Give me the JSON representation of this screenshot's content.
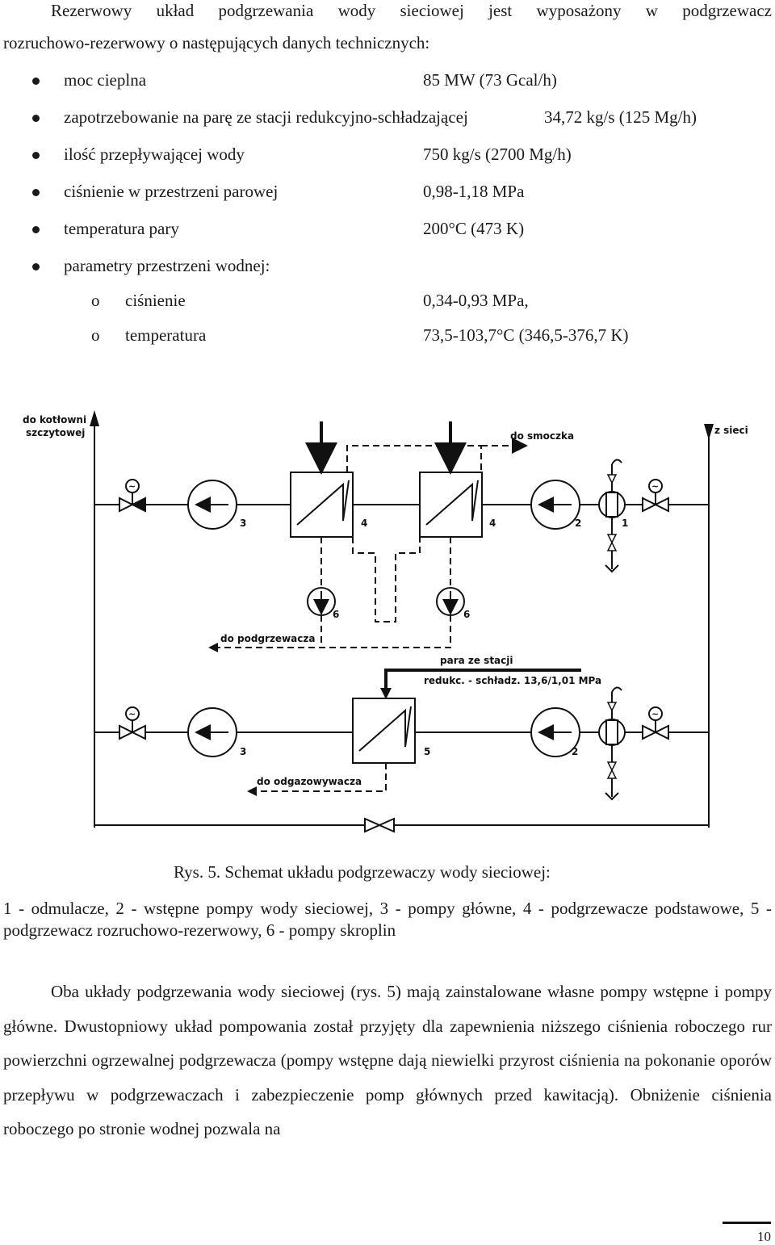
{
  "intro": {
    "line1": "Rezerwowy układ podgrzewania wody sieciowej jest wyposażony w podgrzewacz",
    "line2": "rozruchowo-rezerwowy o następujących danych technicznych:"
  },
  "specs": [
    {
      "label": "moc cieplna",
      "value": "85 MW (73 Gcal/h)"
    },
    {
      "label": "zapotrzebowanie na parę ze stacji redukcyjno-schładzającej",
      "value": "34,72 kg/s  (125 Mg/h)"
    },
    {
      "label": "ilość przepływającej wody",
      "value": "750 kg/s  (2700 Mg/h)"
    },
    {
      "label": "ciśnienie w przestrzeni parowej",
      "value": "0,98-1,18 MPa"
    },
    {
      "label": "temperatura pary",
      "value": "200°C  (473 K)"
    },
    {
      "label": "parametry przestrzeni wodnej:",
      "value": ""
    }
  ],
  "subspecs": [
    {
      "marker": "o",
      "label": "ciśnienie",
      "value": "0,34-0,93 MPa,"
    },
    {
      "marker": "o",
      "label": "temperatura",
      "value": "73,5-103,7°C  (346,5-376,7 K)"
    }
  ],
  "diagram": {
    "label_kotlowni_1": "do kotłowni",
    "label_kotlowni_2": "szczytowej",
    "label_sieci": "z sieci",
    "label_smoczka": "do smoczka",
    "label_podgrzewacza": "do podgrzewacza",
    "label_para_1": "para ze stacji",
    "label_para_2": "redukc. - schładz. 13,6/1,01 MPa",
    "label_odgazowywacza": "do odgazowywacza",
    "num_1": "1",
    "num_2": "2",
    "num_3": "3",
    "num_4": "4",
    "num_5": "5",
    "num_6": "6"
  },
  "caption": "Rys. 5. Schemat układu podgrzewaczy wody sieciowej:",
  "legend": "1 - odmulacze, 2 - wstępne pompy wody sieciowej, 3 - pompy główne, 4 - podgrzewacze podstawowe, 5 - podgrzewacz rozruchowo-rezerwowy, 6 - pompy skroplin",
  "body": "Oba układy podgrzewania wody sieciowej (rys. 5) mają zainstalowane własne pompy wstępne i pompy główne. Dwustopniowy układ pompowania został przyjęty dla zapewnienia niższego ciśnienia roboczego rur powierzchni ogrzewalnej podgrzewacza (pompy wstępne dają niewielki przyrost ciśnienia na pokonanie oporów przepływu w podgrzewaczach i zabezpieczenie pomp głównych przed kawitacją). Obniżenie ciśnienia roboczego po stronie wodnej pozwala na",
  "page_number": "10"
}
